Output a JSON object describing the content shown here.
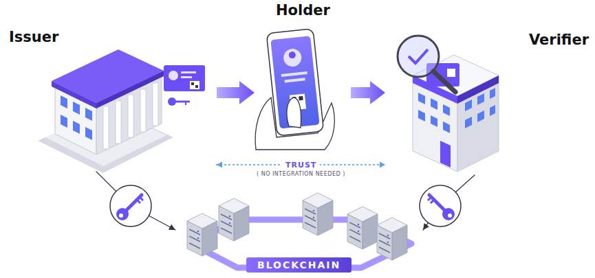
{
  "diagram": {
    "nodes": [
      {
        "text": [
          "Issuer"
        ]
      },
      {
        "text": [
          "Holder"
        ]
      },
      {
        "text": [
          "Verifier"
        ]
      },
      {
        "text": [
          "BLOCKCHAIN"
        ]
      }
    ],
    "edges": [
      {
        "from": 0,
        "to": 1,
        "arrow": "to"
      },
      {
        "from": 1,
        "to": 2,
        "arrow": "to"
      },
      {
        "from": 0,
        "to": 2,
        "label": "TRUST",
        "arrow": "both"
      },
      {
        "from": 0,
        "to": 3,
        "arrow": "to"
      },
      {
        "from": 2,
        "to": 3,
        "arrow": "to"
      }
    ],
    "labels": [
      "( NO INTEGRATION NEEDED )"
    ]
  }
}
